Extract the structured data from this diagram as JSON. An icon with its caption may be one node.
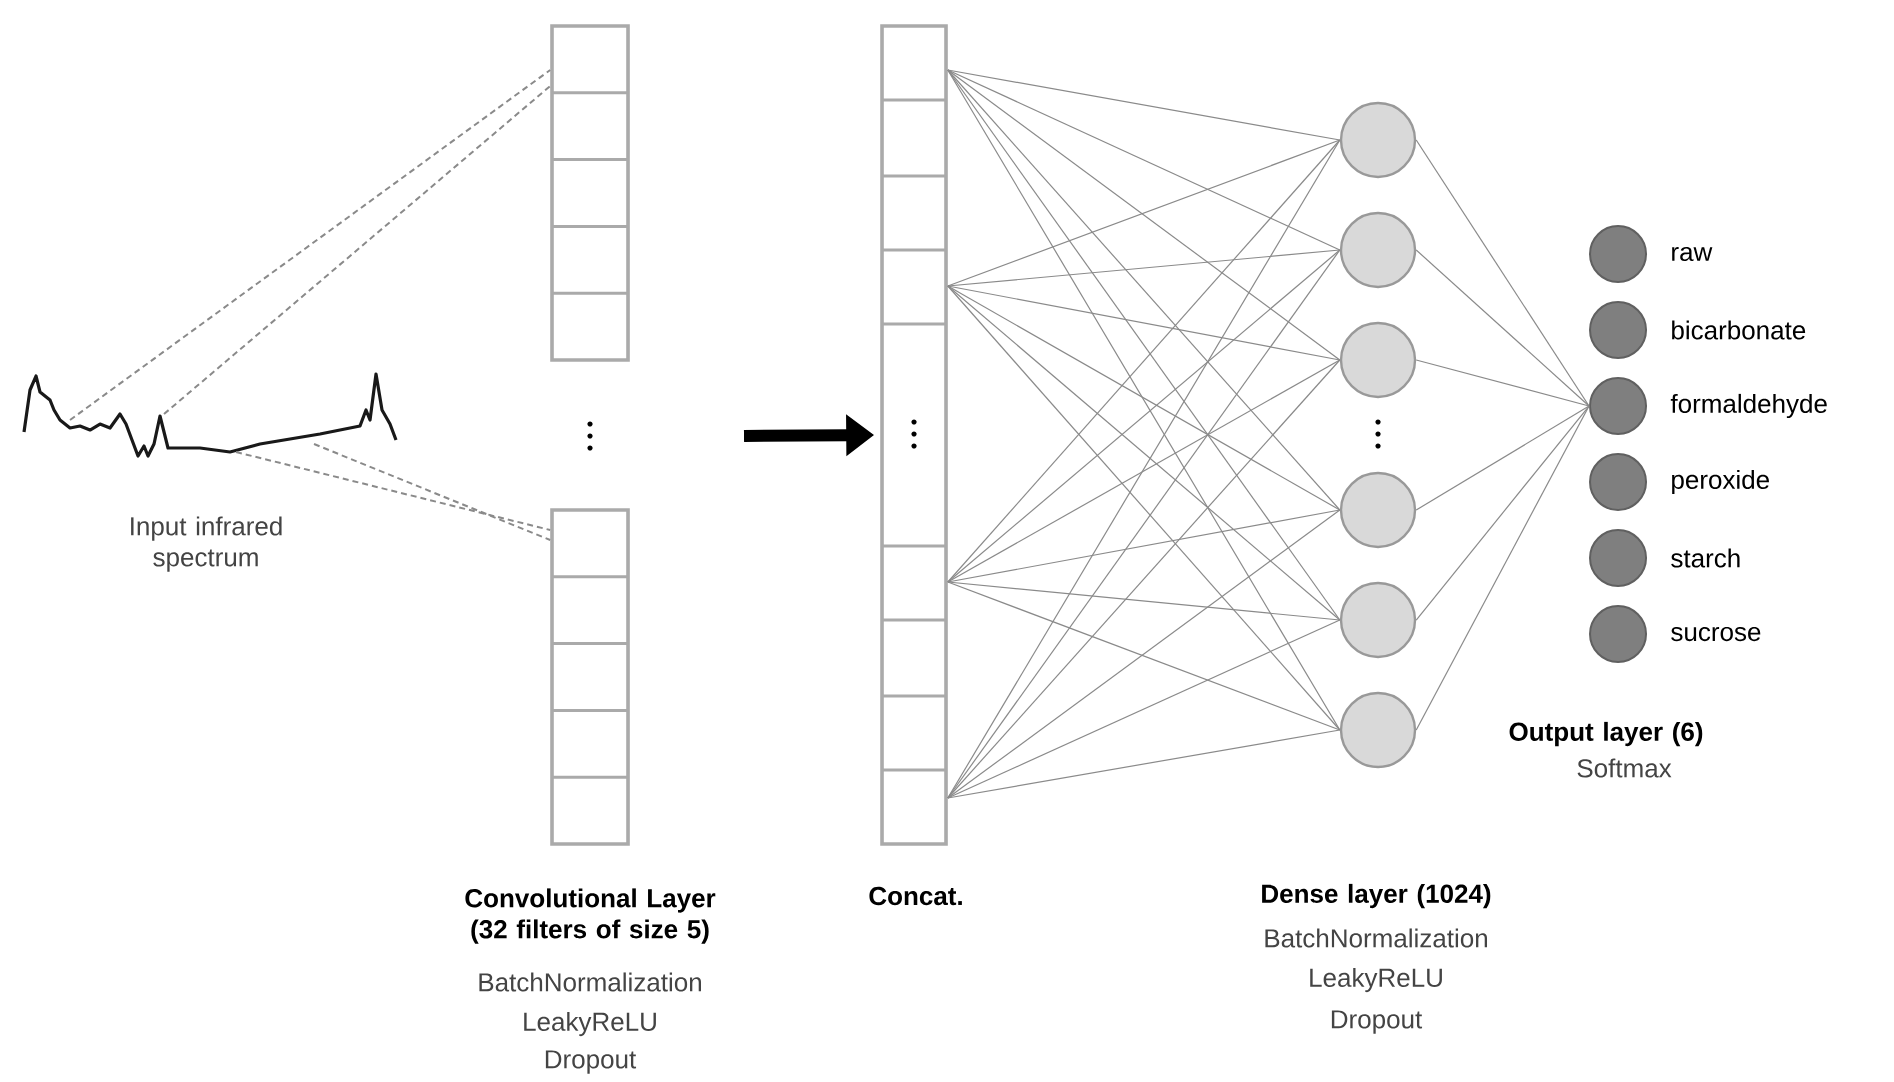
{
  "diagram": {
    "nodes": [
      {
        "text": [
          "Input infrared spectrum"
        ]
      },
      {
        "text": [],
        "shape": "box"
      },
      {
        "text": [],
        "shape": "box"
      },
      {
        "text": [
          "Concat."
        ]
      },
      {
        "text": [],
        "shape": "circle"
      },
      {
        "text": [],
        "shape": "circle"
      },
      {
        "text": [],
        "shape": "circle"
      },
      {
        "text": [],
        "shape": "circle"
      },
      {
        "text": [],
        "shape": "circle"
      },
      {
        "text": [],
        "shape": "circle"
      },
      {
        "text": [],
        "shape": "circle",
        "beside": [
          "raw"
        ]
      },
      {
        "text": [],
        "shape": "circle",
        "beside": [
          "bicarbonate"
        ]
      },
      {
        "text": [],
        "shape": "circle",
        "beside": [
          "formaldehyde"
        ]
      },
      {
        "text": [],
        "shape": "circle",
        "beside": [
          "peroxide"
        ]
      },
      {
        "text": [],
        "shape": "circle",
        "beside": [
          "starch"
        ]
      },
      {
        "text": [],
        "shape": "circle",
        "beside": [
          "sucrose"
        ]
      }
    ],
    "edges": [
      {
        "from": 0,
        "to": 1,
        "arrow": "none",
        "style": "dashed"
      },
      {
        "from": 0,
        "to": 1,
        "arrow": "none",
        "style": "dashed"
      },
      {
        "from": 0,
        "to": 2,
        "arrow": "none",
        "style": "dashed"
      },
      {
        "from": 0,
        "to": 2,
        "arrow": "none",
        "style": "dashed"
      },
      {
        "from": null,
        "to": 3,
        "arrow": "to",
        "style": "thick",
        "color": "#000000"
      },
      {
        "from": 3,
        "to": 4,
        "arrow": "none"
      },
      {
        "from": 3,
        "to": 5,
        "arrow": "none"
      },
      {
        "from": 3,
        "to": 6,
        "arrow": "none"
      },
      {
        "from": 3,
        "to": 7,
        "arrow": "none"
      },
      {
        "from": 3,
        "to": 8,
        "arrow": "none"
      },
      {
        "from": 3,
        "to": 9,
        "arrow": "none"
      },
      {
        "from": 3,
        "to": 4,
        "arrow": "none"
      },
      {
        "from": 3,
        "to": 5,
        "arrow": "none"
      },
      {
        "from": 3,
        "to": 6,
        "arrow": "none"
      },
      {
        "from": 3,
        "to": 7,
        "arrow": "none"
      },
      {
        "from": 3,
        "to": 8,
        "arrow": "none"
      },
      {
        "from": 3,
        "to": 9,
        "arrow": "none"
      },
      {
        "from": 3,
        "to": 4,
        "arrow": "none"
      },
      {
        "from": 3,
        "to": 5,
        "arrow": "none"
      },
      {
        "from": 3,
        "to": 6,
        "arrow": "none"
      },
      {
        "from": 3,
        "to": 7,
        "arrow": "none"
      },
      {
        "from": 3,
        "to": 8,
        "arrow": "none"
      },
      {
        "from": 3,
        "to": 9,
        "arrow": "none"
      },
      {
        "from": 3,
        "to": 4,
        "arrow": "none"
      },
      {
        "from": 3,
        "to": 5,
        "arrow": "none"
      },
      {
        "from": 3,
        "to": 6,
        "arrow": "none"
      },
      {
        "from": 3,
        "to": 7,
        "arrow": "none"
      },
      {
        "from": 3,
        "to": 8,
        "arrow": "none"
      },
      {
        "from": 3,
        "to": 9,
        "arrow": "none"
      },
      {
        "from": 4,
        "to": 12,
        "arrow": "none"
      },
      {
        "from": 5,
        "to": 12,
        "arrow": "none"
      },
      {
        "from": 6,
        "to": 12,
        "arrow": "none"
      },
      {
        "from": 7,
        "to": 12,
        "arrow": "none"
      },
      {
        "from": 8,
        "to": 12,
        "arrow": "none"
      },
      {
        "from": 9,
        "to": 12,
        "arrow": "none"
      }
    ],
    "labels": [
      "Convolutional Layer (32 filters of size 5)",
      "BatchNormalization",
      "LeakyReLU",
      "Dropout",
      "Dense layer (1024)",
      "BatchNormalization",
      "LeakyReLU",
      "Dropout",
      "Output layer (6)",
      "Softmax"
    ]
  }
}
